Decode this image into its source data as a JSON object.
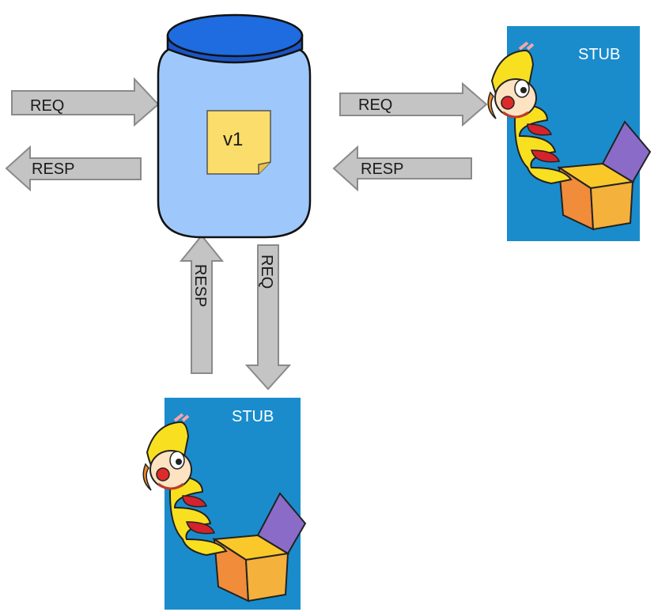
{
  "colors": {
    "arrow_fill": "#c4c4c4",
    "arrow_stroke": "#8a8a8a",
    "jar_body": "#9ec8fb",
    "jar_lid": "#1f6be0",
    "note": "#fbdd6b",
    "stub_panel": "#1a8ccc"
  },
  "jar": {
    "note_label": "v1"
  },
  "stubs": {
    "right": {
      "label": "STUB"
    },
    "bottom": {
      "label": "STUB"
    }
  },
  "arrows": {
    "left_in": {
      "label": "REQ"
    },
    "left_out": {
      "label": "RESP"
    },
    "right_out": {
      "label": "REQ"
    },
    "right_in": {
      "label": "RESP"
    },
    "bottom_up": {
      "label": "RESP"
    },
    "bottom_down": {
      "label": "REQ"
    }
  }
}
